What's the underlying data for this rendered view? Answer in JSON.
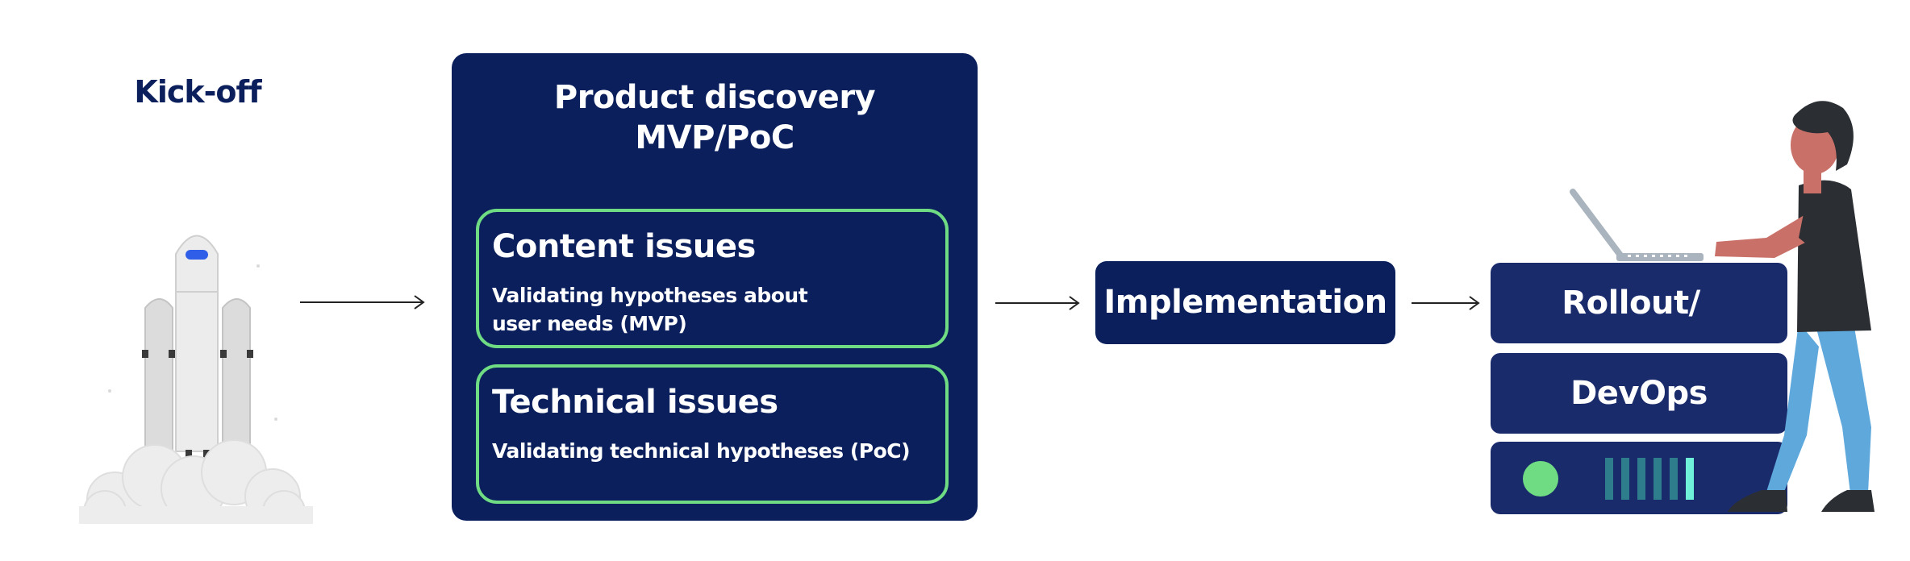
{
  "kickoff": {
    "title": "Kick-off",
    "icon": "rocket-icon"
  },
  "discovery": {
    "title_line1": "Product discovery",
    "title_line2": "MVP/PoC",
    "cards": [
      {
        "title": "Content issues",
        "description": "Validating hypotheses about user needs (MVP)"
      },
      {
        "title": "Technical issues",
        "description": "Validating technical hypotheses (PoC)"
      }
    ]
  },
  "implementation": {
    "label": "Implementation"
  },
  "rollout": {
    "label_line1": "Rollout/",
    "label_line2": "DevOps",
    "illustration": "person-at-server-illustration"
  },
  "colors": {
    "navy": "#0a1f5c",
    "server": "#1a2b6b",
    "green_accent": "#6fdc84",
    "teal_bar": "#2e7d8c"
  }
}
